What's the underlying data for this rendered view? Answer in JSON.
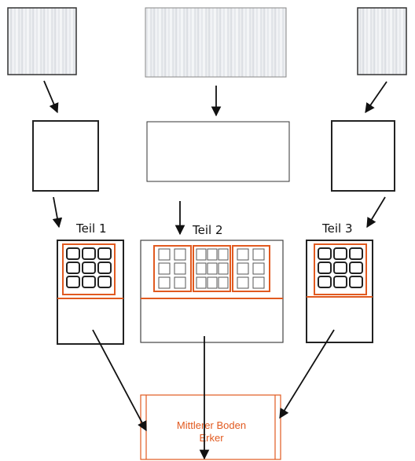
{
  "labels": {
    "part1": "Teil 1",
    "part2": "Teil 2",
    "part3": "Teil 3",
    "bottom_line1": "Mittlerer Boden",
    "bottom_line2": "Erker"
  },
  "colors": {
    "stroke": "#1a1a1a",
    "accent": "#e15a20",
    "curtain_light": "#f4f5f7",
    "curtain_dark": "#d3d6db"
  }
}
